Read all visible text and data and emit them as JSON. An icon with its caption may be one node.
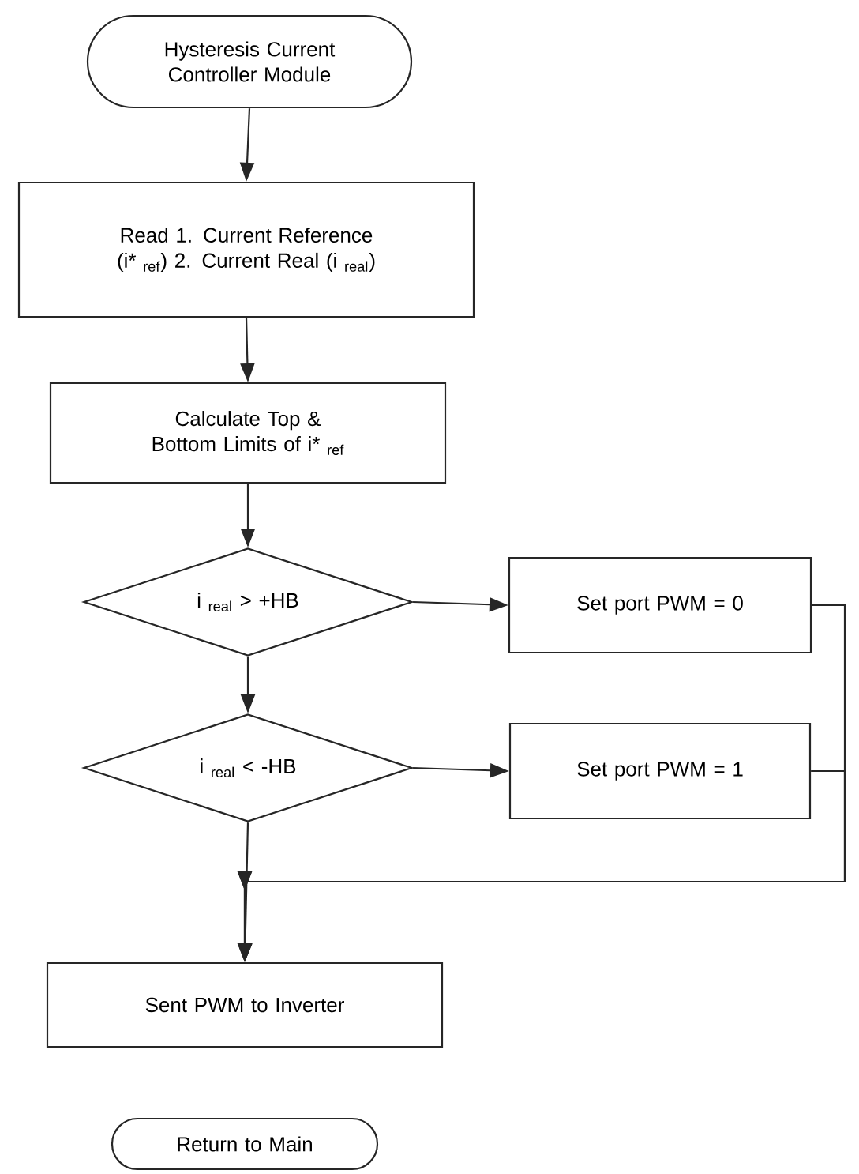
{
  "diagram": {
    "nodes": [
      {
        "text": [
          "Hysteresis Current Controller Module"
        ]
      },
      {
        "text": [
          "Read 1. Current Reference (i* $_{ref}$) 2. Current Real (i $_{real}$)"
        ]
      },
      {
        "text": [
          "Calculate Top & Bottom Limits of i* $_{ref}$"
        ]
      },
      {
        "text": [
          "i $_{real}$ > +HB"
        ]
      },
      {
        "text": [
          "Set port PWM = 0"
        ]
      },
      {
        "text": [
          "i $_{real}$ < -HB"
        ]
      },
      {
        "text": [
          "Set port PWM = 1"
        ]
      },
      {
        "text": [
          "Sent PWM to Inverter"
        ]
      },
      {
        "text": [
          "Return to Main"
        ]
      }
    ],
    "edges": [
      {
        "from": 0,
        "to": 1,
        "arrow": "to"
      },
      {
        "from": 1,
        "to": 2,
        "arrow": "to"
      },
      {
        "from": 2,
        "to": 3,
        "arrow": "to"
      },
      {
        "from": 3,
        "to": 4,
        "arrow": "to"
      },
      {
        "from": 3,
        "to": 5,
        "arrow": "to"
      },
      {
        "from": 5,
        "to": 6,
        "arrow": "to"
      },
      {
        "from": 5,
        "to": 7,
        "arrow": "to"
      },
      {
        "from": 4,
        "to": 7,
        "arrow": "to"
      },
      {
        "from": 6,
        "to": 7,
        "arrow": "to"
      }
    ]
  }
}
